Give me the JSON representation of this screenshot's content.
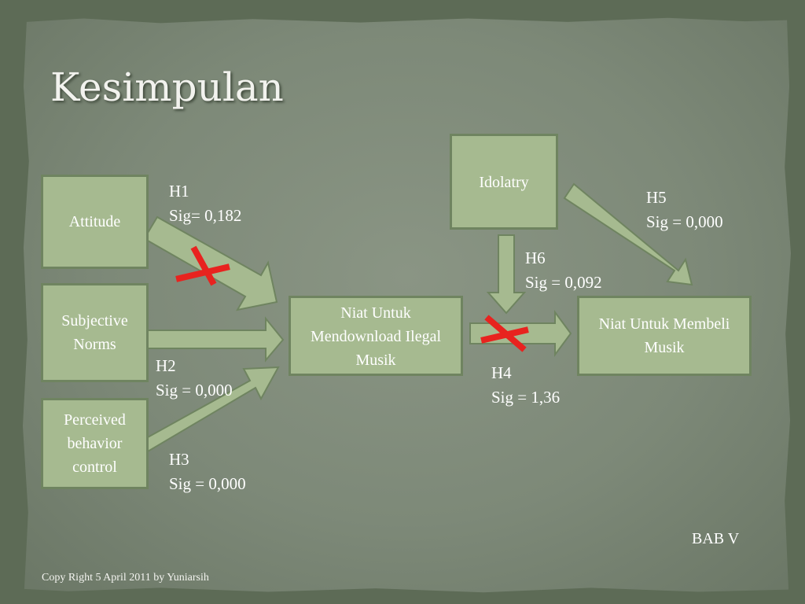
{
  "slide": {
    "title": "Kesimpulan",
    "footer": "Copy Right 5 April 2011 by Yuniarsih",
    "section": "BAB V"
  },
  "nodes": {
    "attitude": "Attitude",
    "subjective_norms": "Subjective Norms",
    "perceived_behavior_control": "Perceived behavior control",
    "idolatry": "Idolatry",
    "niat_download": "Niat Untuk Mendownload Ilegal Musik",
    "niat_membeli": "Niat Untuk Membeli Musik"
  },
  "hypotheses": {
    "h1": {
      "name": "H1",
      "sig": "Sig= 0,182",
      "rejected": true
    },
    "h2": {
      "name": "H2",
      "sig": "Sig = 0,000",
      "rejected": false
    },
    "h3": {
      "name": "H3",
      "sig": "Sig = 0,000",
      "rejected": false
    },
    "h4": {
      "name": "H4",
      "sig": "Sig = 1,36",
      "rejected": true
    },
    "h5": {
      "name": "H5",
      "sig": "Sig = 0,000",
      "rejected": false
    },
    "h6": {
      "name": "H6",
      "sig": "Sig = 0,092",
      "rejected": false
    }
  },
  "colors": {
    "box_fill": "#a6ba90",
    "box_border": "#6f8460",
    "arrow_fill": "#a6ba90",
    "reject_mark": "#e8231f"
  }
}
